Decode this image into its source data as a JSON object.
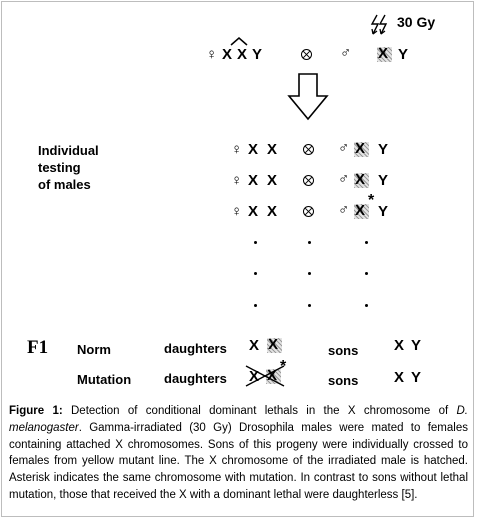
{
  "dose": "30 Gy",
  "symbols": {
    "female": "♀",
    "male": "♂",
    "cross": "⊗",
    "x": "X",
    "y": "Y",
    "mutation_mark": "*",
    "dot": "•"
  },
  "section_label": [
    "Individual",
    "testing",
    "of males"
  ],
  "f1": {
    "label": "F1",
    "rows": [
      {
        "name": "Norm",
        "daughters_label": "daughters",
        "sons_label": "sons"
      },
      {
        "name": "Mutation",
        "daughters_label": "daughters",
        "sons_label": "sons"
      }
    ]
  },
  "caption": {
    "label": "Figure 1:",
    "part1": " Detection of conditional dominant lethals in the X chromosome of ",
    "species": "D. melanogaster",
    "part2": ". Gamma-irradiated (30 Gy) Drosophila males were mated to females containing attached X chromosomes. Sons of this progeny were individually crossed to females from yellow mutant line. The X chromosome of the irradiated male is hatched. Asterisk indicates the same chromosome with mutation. In contrast to sons without lethal mutation, those that received the X with a dominant lethal were daughterless [5]."
  },
  "colors": {
    "hatch_dark": "#9a9a9a",
    "hatch_light": "#e4e4e4",
    "border": "#bdbdbd"
  }
}
